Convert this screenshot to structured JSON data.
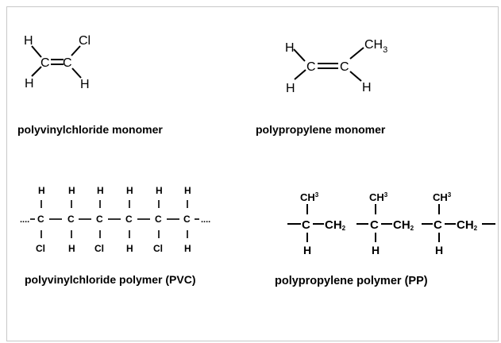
{
  "captions": {
    "pvc_monomer": "polyvinylchloride  monomer",
    "pp_monomer": "polypropylene monomer",
    "pvc_polymer": "polyvinylchloride polymer  (PVC)",
    "pp_polymer": "polypropylene polymer (PP)"
  },
  "atoms": {
    "H": "H",
    "C": "C",
    "Cl": "Cl",
    "CL": "Cl",
    "CH3": "CH",
    "CH3_sub": "3",
    "CH2": "CH",
    "CH2_sub": "2",
    "ellipsis": "...."
  }
}
